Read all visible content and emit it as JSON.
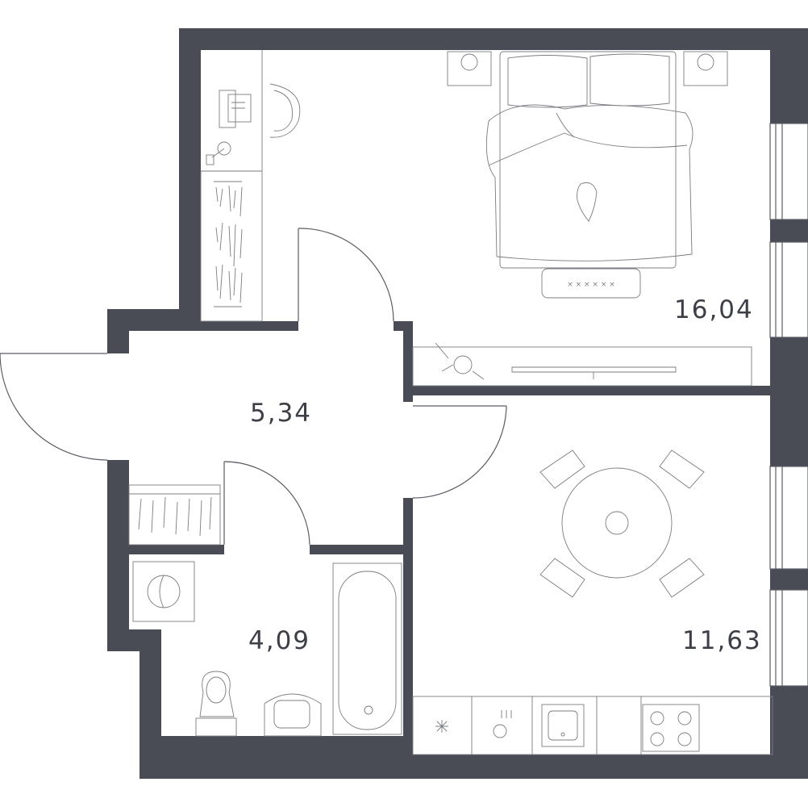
{
  "rooms": {
    "bedroom": {
      "area": "16,04"
    },
    "hallway": {
      "area": "5,34"
    },
    "bathroom": {
      "area": "4,09"
    },
    "kitchen_living": {
      "area": "11,63"
    }
  },
  "colors": {
    "walls": "#4a4c55",
    "lines": "#5a5c63",
    "background": "#ffffff"
  },
  "icons": {
    "bed": "bed-icon",
    "desk": "desk-icon",
    "wardrobe": "wardrobe-icon",
    "tv": "tv-icon",
    "table": "dining-table-icon",
    "bathtub": "bathtub-icon",
    "toilet": "toilet-icon",
    "sink": "sink-icon",
    "washer": "washing-machine-icon",
    "stove": "stove-icon"
  }
}
